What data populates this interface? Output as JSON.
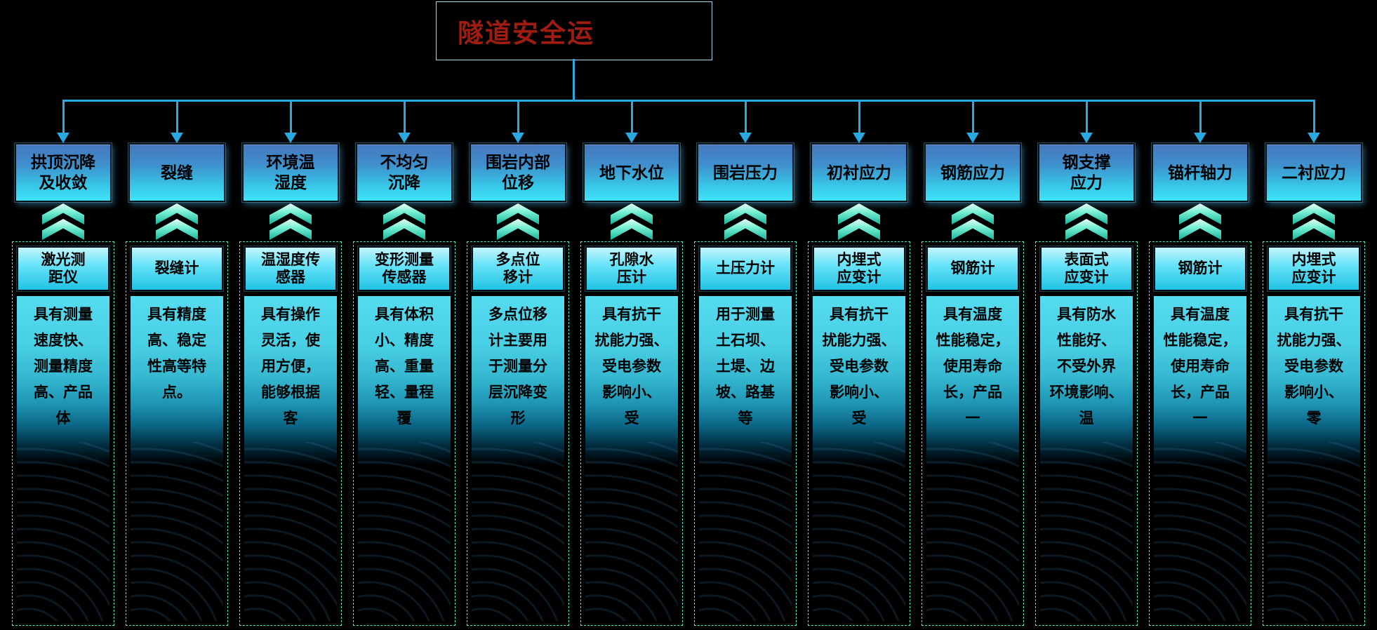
{
  "title": {
    "text": "隧道安全运"
  },
  "colors": {
    "background": "#000000",
    "connector_line": "#2aa9e0",
    "category_box_top": "#4677bd",
    "category_box_bottom": "#3fe3f8",
    "instrument_box_top": "#c6f6ff",
    "instrument_box_bottom": "#20c2e4",
    "panel_dashed_border": "#55e8c8",
    "chevron": "#7af0d4",
    "title_text": "#9e1c12"
  },
  "columns": [
    {
      "category": "拱顶沉降\n及收敛",
      "instrument": "激光测\n距仪",
      "description": "具有测量\n速度快、\n测量精度\n高、产品\n体"
    },
    {
      "category": "裂缝",
      "instrument": "裂缝计",
      "description": "具有精度\n高、稳定\n性高等特\n点。"
    },
    {
      "category": "环境温\n湿度",
      "instrument": "温湿度传\n感器",
      "description": "具有操作\n灵活，使\n用方便，\n能够根据\n客"
    },
    {
      "category": "不均匀\n沉降",
      "instrument": "变形测量\n传感器",
      "description": "具有体积\n小、精度\n高、重量\n轻、量程\n覆"
    },
    {
      "category": "围岩内部\n位移",
      "instrument": "多点位\n移计",
      "description": "多点位移\n计主要用\n于测量分\n层沉降变\n形"
    },
    {
      "category": "地下水位",
      "instrument": "孔隙水\n压计",
      "description": "具有抗干\n扰能力强、\n受电参数\n影响小、\n受"
    },
    {
      "category": "围岩压力",
      "instrument": "土压力计",
      "description": "用于测量\n土石坝、\n土堤、边\n坡、路基\n等"
    },
    {
      "category": "初衬应力",
      "instrument": "内埋式\n应变计",
      "description": "具有抗干\n扰能力强、\n受电参数\n影响小、\n受"
    },
    {
      "category": "钢筋应力",
      "instrument": "钢筋计",
      "description": "具有温度\n性能稳定，\n使用寿命\n长，产品\n一"
    },
    {
      "category": "钢支撑\n应力",
      "instrument": "表面式\n应变计",
      "description": "具有防水\n性能好、\n不受外界\n环境影响、\n温"
    },
    {
      "category": "锚杆轴力",
      "instrument": "钢筋计",
      "description": "具有温度\n性能稳定，\n使用寿命\n长，产品\n一"
    },
    {
      "category": "二衬应力",
      "instrument": "内埋式\n应变计",
      "description": "具有抗干\n扰能力强、\n受电参数\n影响小、\n零"
    }
  ]
}
